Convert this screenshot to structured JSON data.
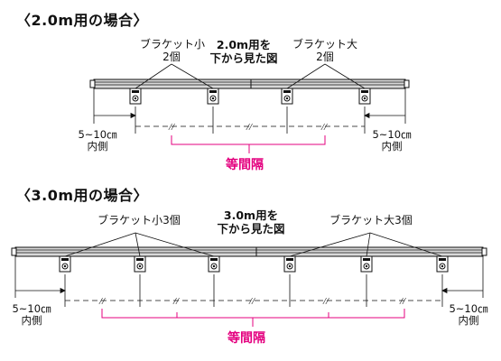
{
  "section_2m": {
    "heading": "〈2.0m用の場合〉",
    "bracket_small_label": "ブラケット小",
    "bracket_small_count": "2個",
    "view_label_line1": "2.0m用を",
    "view_label_line2": "下から見た図",
    "bracket_large_label": "ブラケット大",
    "bracket_large_count": "2個",
    "left_dim_line1": "5~10㎝",
    "left_dim_line2": "内側",
    "right_dim_line1": "5~10㎝",
    "right_dim_line2": "内側",
    "equal_spacing": "等間隔"
  },
  "section_3m": {
    "heading": "〈3.0m用の場合〉",
    "bracket_small_label": "ブラケット小3個",
    "view_label_line1": "3.0m用を",
    "view_label_line2": "下から見た図",
    "bracket_large_label": "ブラケット大3個",
    "left_dim_line1": "5~10㎝",
    "left_dim_line2": "内側",
    "right_dim_line1": "5~10㎝",
    "right_dim_line2": "内側",
    "equal_spacing": "等間隔"
  },
  "colors": {
    "accent_pink": "#e4007f",
    "rail_fill": "#d8d8d8",
    "line": "#111111"
  }
}
